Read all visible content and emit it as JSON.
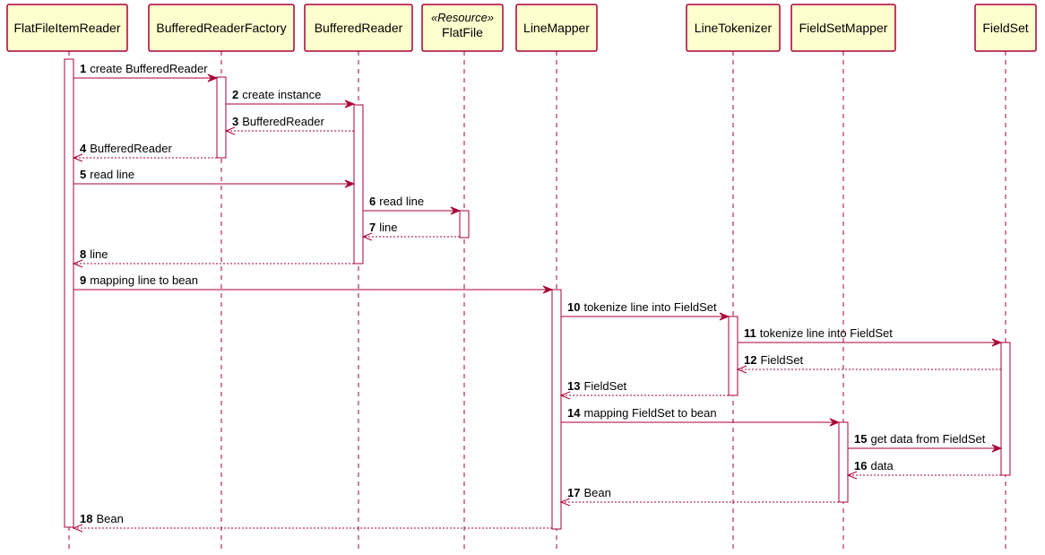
{
  "colors": {
    "participant_fill": "#FEFECE",
    "line": "#A80036",
    "text": "#000000",
    "background": "#FFFFFF"
  },
  "participants": [
    {
      "id": "ffir",
      "name": "FlatFileItemReader",
      "stereotype": ""
    },
    {
      "id": "brf",
      "name": "BufferedReaderFactory",
      "stereotype": ""
    },
    {
      "id": "br",
      "name": "BufferedReader",
      "stereotype": ""
    },
    {
      "id": "ff",
      "name": "FlatFile",
      "stereotype": "«Resource»"
    },
    {
      "id": "lm",
      "name": "LineMapper",
      "stereotype": ""
    },
    {
      "id": "lt",
      "name": "LineTokenizer",
      "stereotype": ""
    },
    {
      "id": "fsm",
      "name": "FieldSetMapper",
      "stereotype": ""
    },
    {
      "id": "fs",
      "name": "FieldSet",
      "stereotype": ""
    }
  ],
  "messages": [
    {
      "num": "1",
      "label": "create BufferedReader",
      "from": "ffir",
      "to": "brf",
      "type": "sync"
    },
    {
      "num": "2",
      "label": "create instance",
      "from": "brf",
      "to": "br",
      "type": "sync"
    },
    {
      "num": "3",
      "label": "BufferedReader",
      "from": "br",
      "to": "brf",
      "type": "return"
    },
    {
      "num": "4",
      "label": "BufferedReader",
      "from": "brf",
      "to": "ffir",
      "type": "return"
    },
    {
      "num": "5",
      "label": "read line",
      "from": "ffir",
      "to": "br",
      "type": "sync"
    },
    {
      "num": "6",
      "label": "read line",
      "from": "br",
      "to": "ff",
      "type": "sync"
    },
    {
      "num": "7",
      "label": "line",
      "from": "ff",
      "to": "br",
      "type": "return"
    },
    {
      "num": "8",
      "label": "line",
      "from": "br",
      "to": "ffir",
      "type": "return"
    },
    {
      "num": "9",
      "label": "mapping line to bean",
      "from": "ffir",
      "to": "lm",
      "type": "sync"
    },
    {
      "num": "10",
      "label": "tokenize line into FieldSet",
      "from": "lm",
      "to": "lt",
      "type": "sync"
    },
    {
      "num": "11",
      "label": "tokenize line into FieldSet",
      "from": "lt",
      "to": "fs",
      "type": "sync"
    },
    {
      "num": "12",
      "label": "FieldSet",
      "from": "fs",
      "to": "lt",
      "type": "return"
    },
    {
      "num": "13",
      "label": "FieldSet",
      "from": "lt",
      "to": "lm",
      "type": "return"
    },
    {
      "num": "14",
      "label": "mapping FieldSet to bean",
      "from": "lm",
      "to": "fsm",
      "type": "sync"
    },
    {
      "num": "15",
      "label": "get data from FieldSet",
      "from": "fsm",
      "to": "fs",
      "type": "sync"
    },
    {
      "num": "16",
      "label": "data",
      "from": "fs",
      "to": "fsm",
      "type": "return"
    },
    {
      "num": "17",
      "label": "Bean",
      "from": "fsm",
      "to": "lm",
      "type": "return"
    },
    {
      "num": "18",
      "label": "Bean",
      "from": "lm",
      "to": "ffir",
      "type": "return"
    }
  ]
}
